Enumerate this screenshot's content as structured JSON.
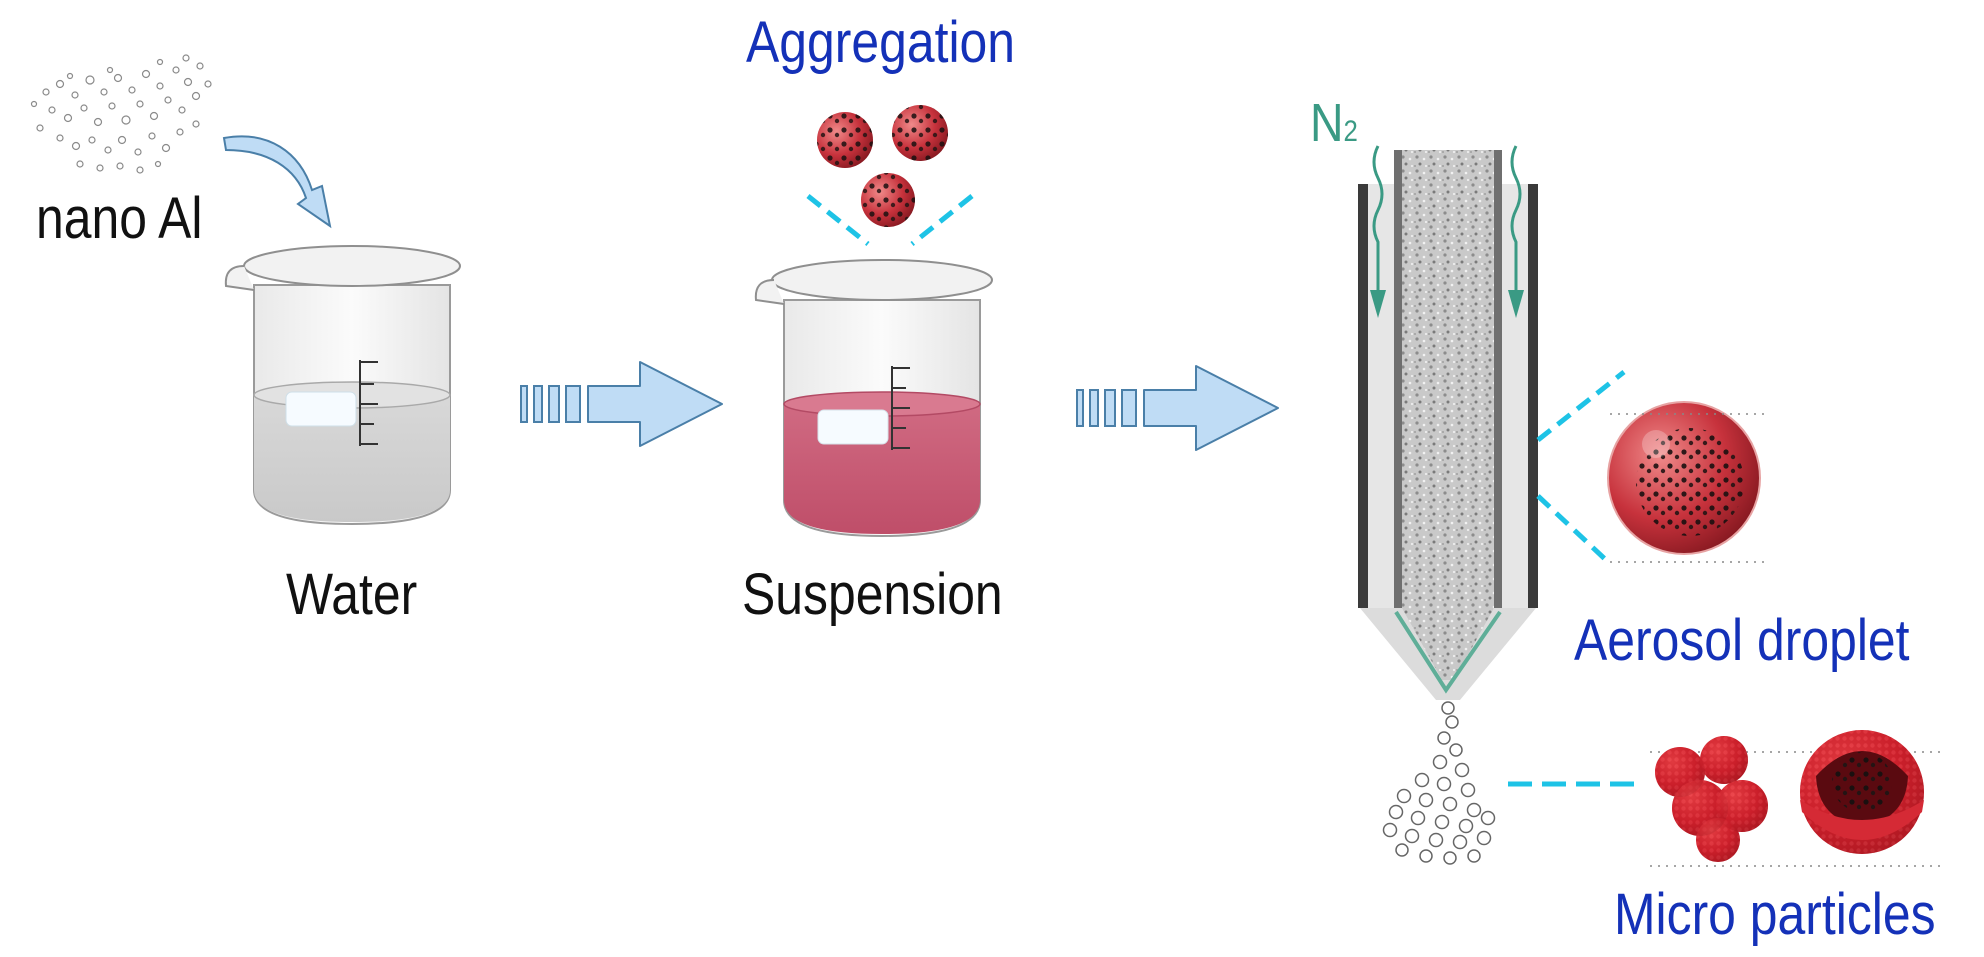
{
  "labels": {
    "nano_al": "nano Al",
    "water": "Water",
    "suspension": "Suspension",
    "aggregation": "Aggregation",
    "n2_main": "N",
    "n2_sub": "2",
    "aerosol": "Aerosol droplet",
    "micro": "Micro particles"
  },
  "colors": {
    "label_blue": "#1431b8",
    "arrow_fill": "#bfdcf5",
    "arrow_stroke": "#4a7fa8",
    "suspension_liquid": "#c4566f",
    "particle_red": "#c8303f",
    "gas_green": "#3a9a84",
    "dash_cyan": "#1ec3e6"
  },
  "icons": [
    "curved-arrow-icon",
    "flow-arrow-icon",
    "beaker-icon",
    "spray-tube-icon",
    "droplet-icon"
  ]
}
